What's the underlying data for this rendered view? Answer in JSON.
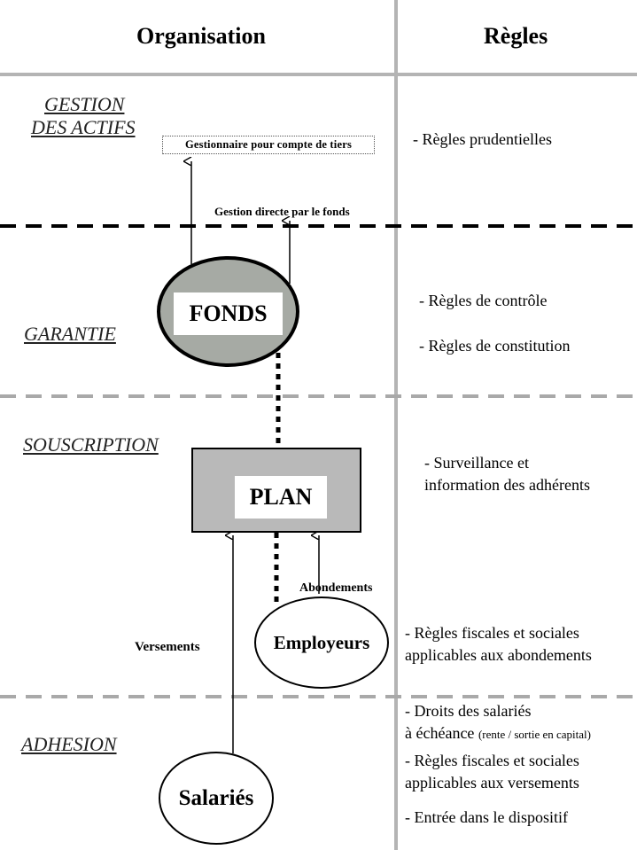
{
  "headers": {
    "organisation": "Organisation",
    "regles": "Règles"
  },
  "sections": {
    "gestion": {
      "label_line1": "GESTION",
      "label_line2": "DES ACTIFS"
    },
    "garantie": {
      "label": "GARANTIE"
    },
    "souscription": {
      "label": "SOUSCRIPTION"
    },
    "adhesion": {
      "label": "ADHESION"
    }
  },
  "nodes": {
    "gestionnaire": "Gestionnaire pour compte de tiers",
    "gestion_directe": "Gestion directe par le fonds",
    "fonds": "FONDS",
    "plan": "PLAN",
    "abondements": "Abondements",
    "versements": "Versements",
    "employeurs": "Employeurs",
    "salaries": "Salariés"
  },
  "rules": {
    "prudentielles": "- Règles prudentielles",
    "controle": "- Règles de contrôle",
    "constitution": "- Règles de constitution",
    "surveillance_l1": "- Surveillance et",
    "surveillance_l2": "information des adhérents",
    "fiscales_abond_l1": "- Règles fiscales et sociales",
    "fiscales_abond_l2": "applicables aux abondements",
    "droits_l1": "- Droits des salariés",
    "droits_l2": "à échéance",
    "droits_l2_note": "(rente / sortie en capital)",
    "fiscales_vers_l1": "- Règles fiscales et sociales",
    "fiscales_vers_l2": "applicables aux versements",
    "entree": "- Entrée dans le dispositif"
  },
  "colors": {
    "fonds_fill": "#a6aaa4",
    "plan_fill": "#b9b9b9",
    "grid_line": "#b4b4b4",
    "dash_dark": "#000000",
    "dash_grey": "#a9a9a9"
  }
}
